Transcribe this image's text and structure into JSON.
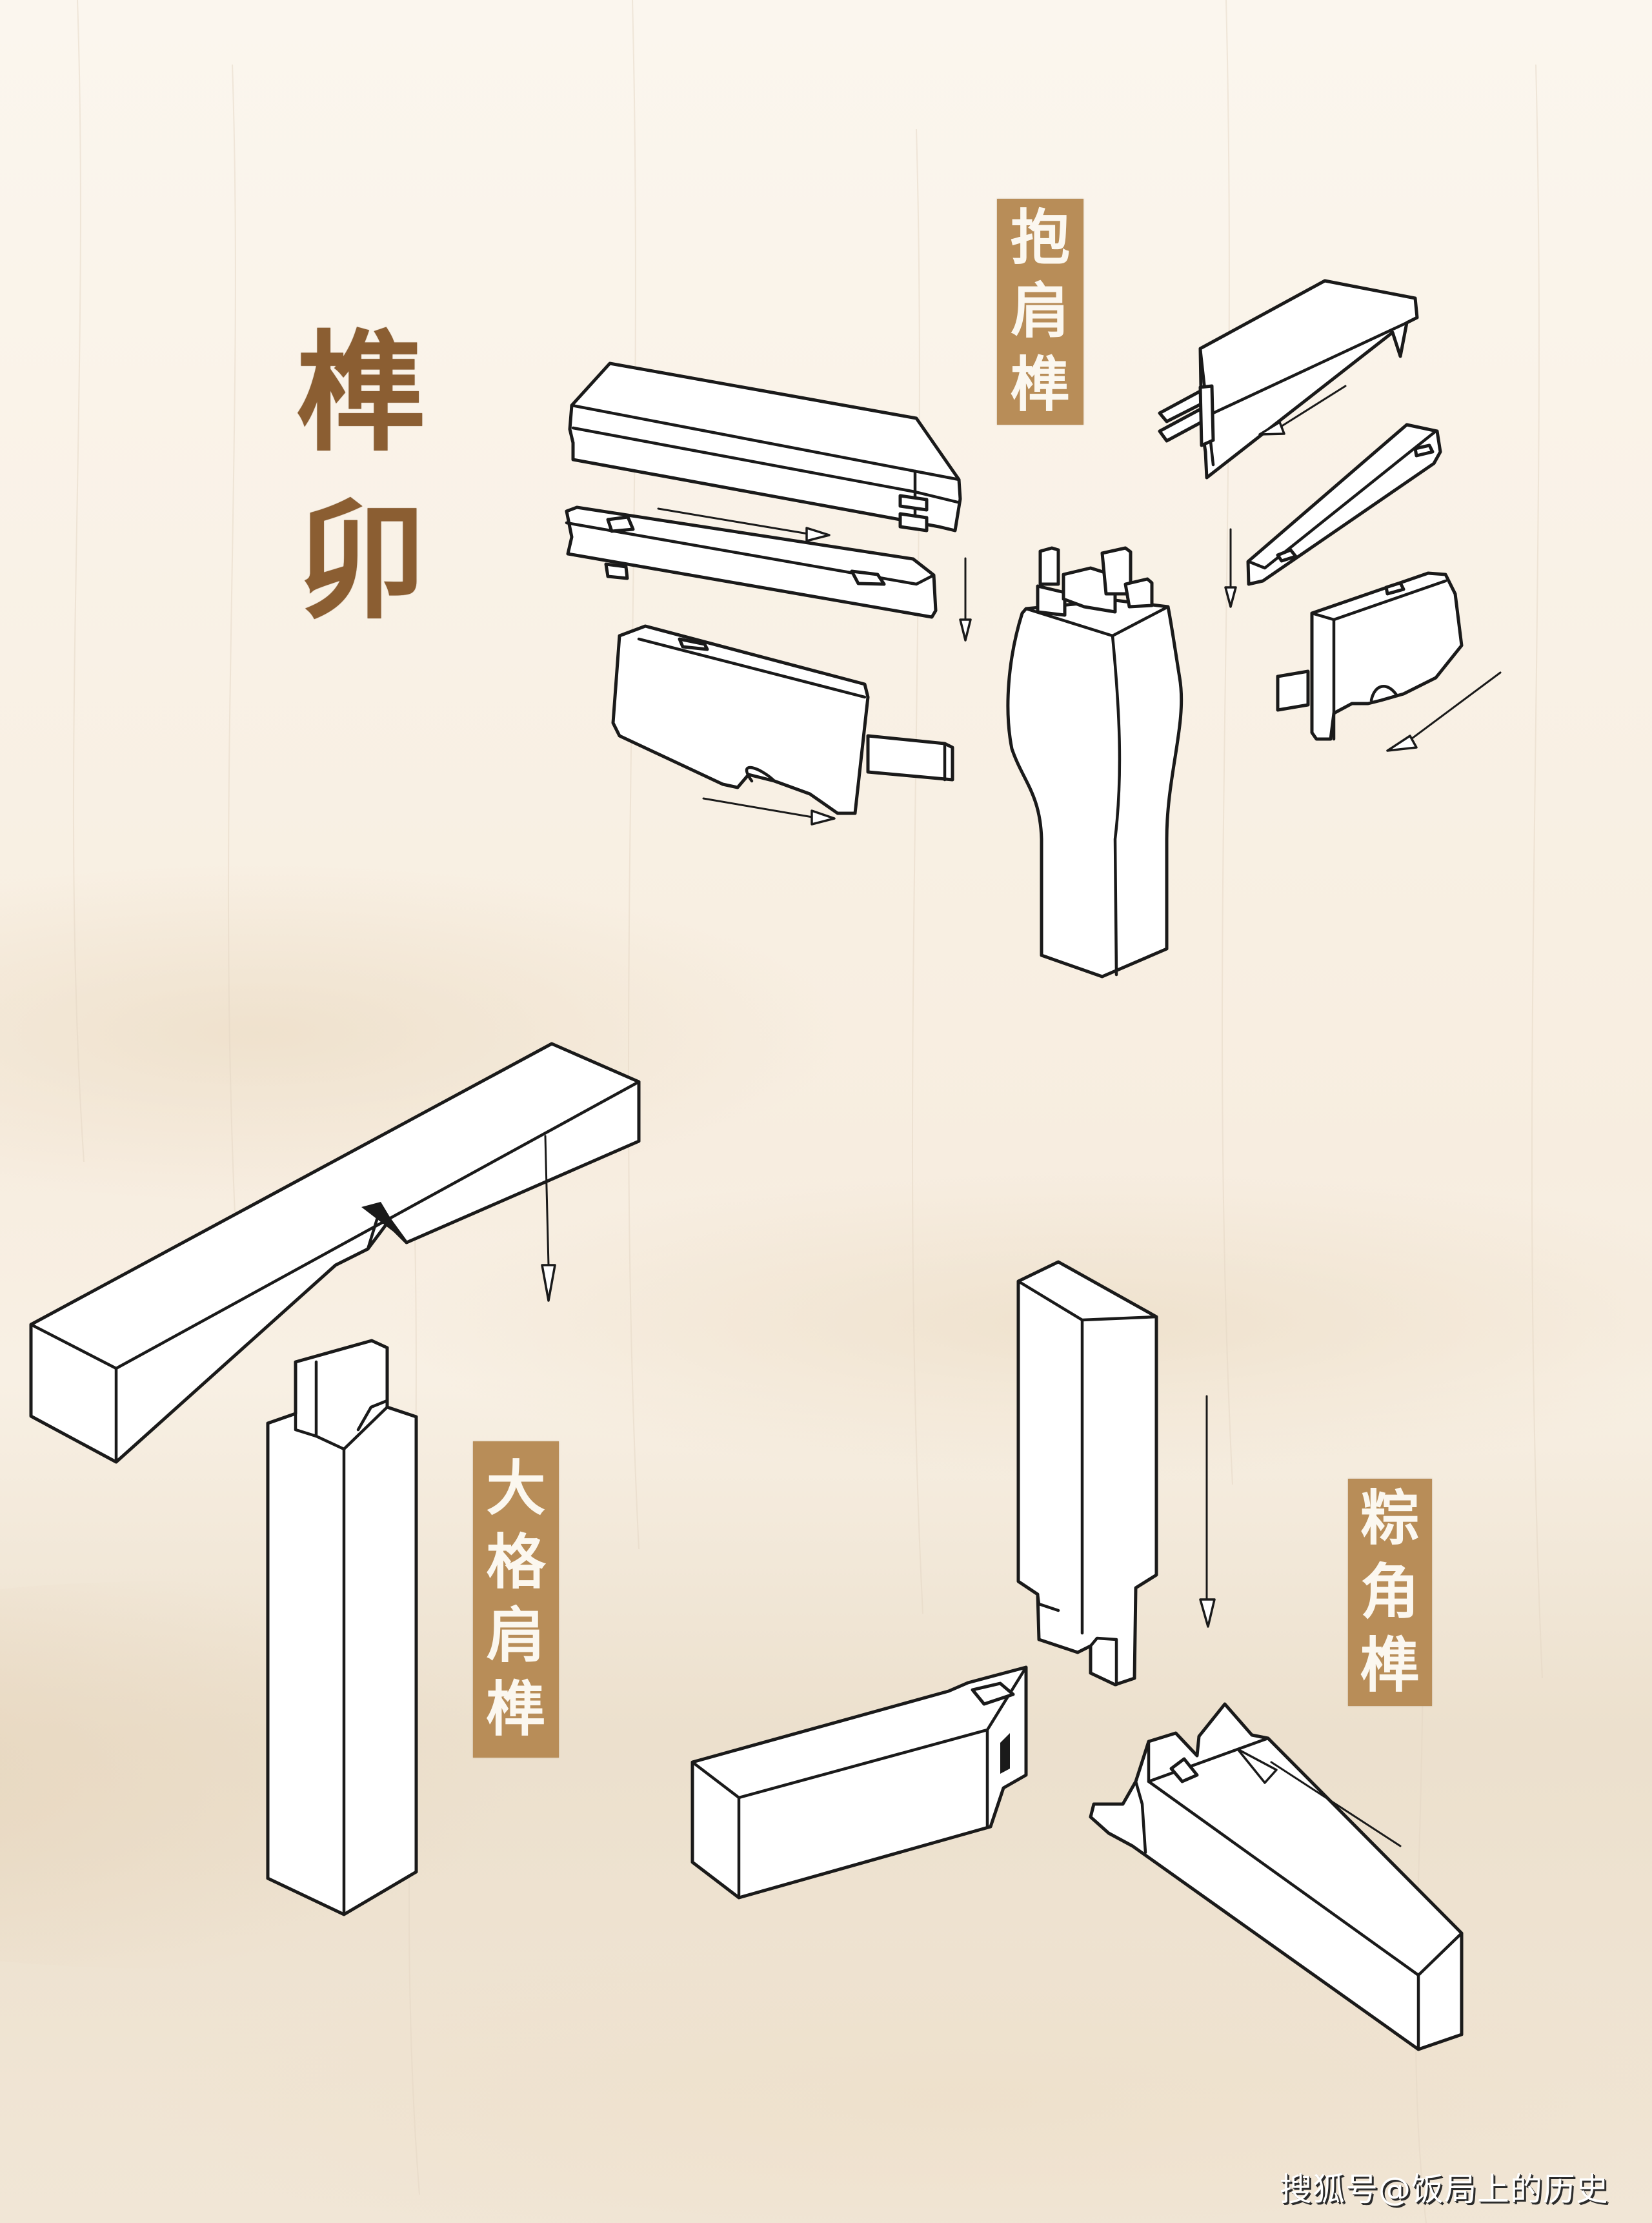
{
  "title": {
    "chars": [
      "榫",
      "卯"
    ],
    "color": "#8b5e32"
  },
  "labels": {
    "baojian": {
      "chars": [
        "抱",
        "肩",
        "榫"
      ],
      "text": "抱肩榫"
    },
    "dage": {
      "chars": [
        "大",
        "格",
        "肩",
        "榫"
      ],
      "text": "大格肩榫"
    },
    "zongjiao": {
      "chars": [
        "粽",
        "角",
        "榫"
      ],
      "text": "粽角榫"
    },
    "box_color": "#b88d58",
    "text_color": "#fbf7ef"
  },
  "watermark": {
    "text": "搜狐号@饭局上的历史"
  },
  "background": {
    "base": "#f8f1e6",
    "band": "#ead9c2"
  },
  "diagrams": [
    {
      "id": "baojian",
      "name": "抱肩榫",
      "parts": [
        "top-slab-left",
        "bead-rail-left",
        "apron-left",
        "leg",
        "top-slab-right",
        "bead-rail-right",
        "apron-right"
      ],
      "arrows": 6
    },
    {
      "id": "dage",
      "name": "大格肩榫",
      "parts": [
        "cross-beam",
        "vertical-post"
      ],
      "arrows": 1
    },
    {
      "id": "zongjiao",
      "name": "粽角榫",
      "parts": [
        "vertical-post",
        "left-rail",
        "right-rail"
      ],
      "arrows": 2
    }
  ]
}
